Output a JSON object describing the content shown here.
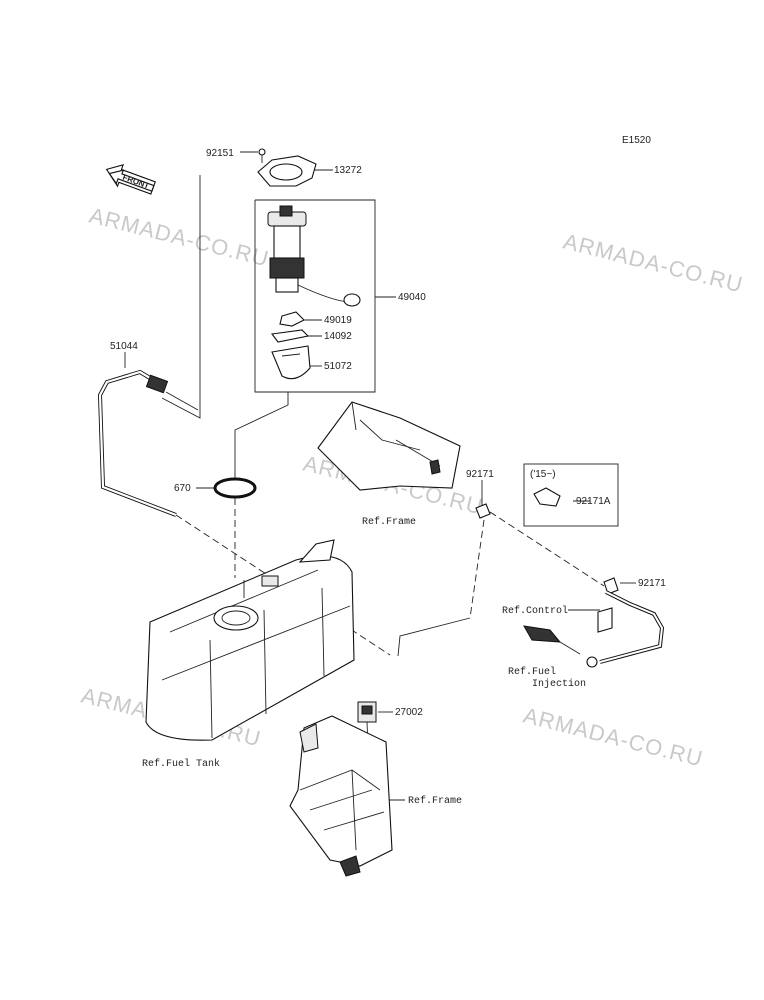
{
  "diagram": {
    "code": "E1520",
    "front_label": "FRONT",
    "watermark": "ARMADA-CO.RU",
    "parts": {
      "p92151": "92151",
      "p13272": "13272",
      "p49040": "49040",
      "p49019": "49019",
      "p14092": "14092",
      "p51072": "51072",
      "p51044": "51044",
      "p670": "670",
      "p92171_a": "92171",
      "p92171_b": "92171",
      "p92171A": "92171A",
      "p27002": "27002"
    },
    "refs": {
      "frame_top": "Ref.Frame",
      "control": "Ref.Control",
      "fuel_injection_1": "Ref.Fuel",
      "fuel_injection_2": "Injection",
      "fuel_tank": "Ref.Fuel Tank",
      "frame_bottom": "Ref.Frame"
    },
    "year_note": "('15~)"
  }
}
